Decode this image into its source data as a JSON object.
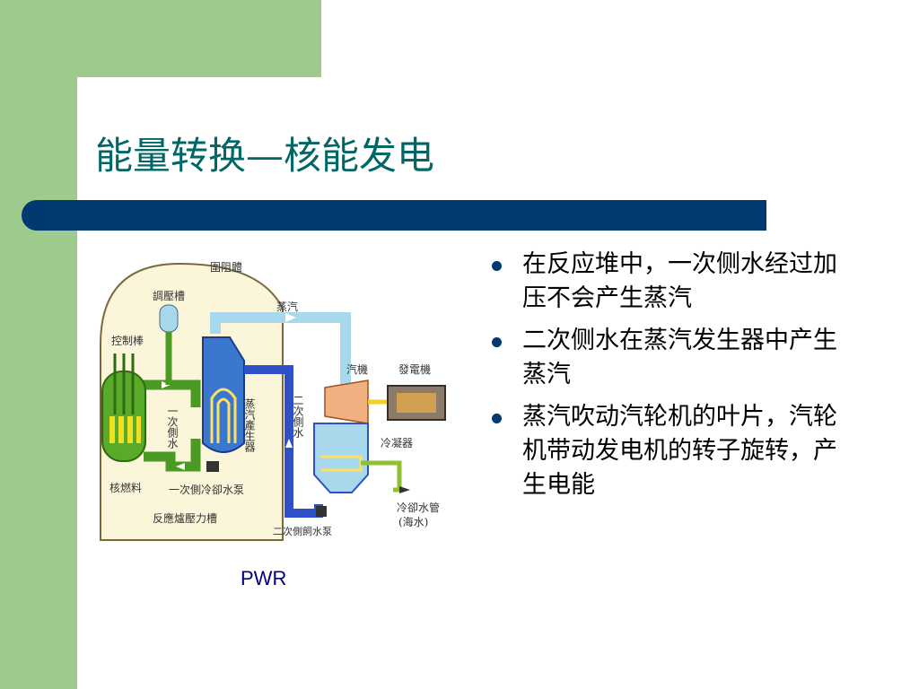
{
  "slide": {
    "title": "能量转换—核能发电",
    "bullets": [
      "在反应堆中，一次侧水经过加压不会产生蒸汽",
      "二次侧水在蒸汽发生器中产生蒸汽",
      "蒸汽吹动汽轮机的叶片，汽轮机带动发电机的转子旋转，产生电能"
    ],
    "caption": "PWR"
  },
  "diagram": {
    "labels": {
      "containment": "圍阻體",
      "pressurizer": "調壓槽",
      "control_rods": "控制棒",
      "steam": "蒸汽",
      "turbine": "汽機",
      "generator": "發電機",
      "steam_generator": "蒸汽產生器",
      "primary_water": "一次側水",
      "secondary_water": "二次側水",
      "condenser": "冷凝器",
      "fuel": "核燃料",
      "primary_pump": "一次側冷卻水泵",
      "vessel": "反應爐壓力槽",
      "secondary_pump": "二次側飼水泵",
      "cooling_pipe": "冷卻水管",
      "seawater": "(海水)"
    }
  },
  "colors": {
    "title": "#006666",
    "accent_bar": "#003a70",
    "side_band": "#9dcb8e",
    "containment_fill": "#fbf6da",
    "primary_loop": "#4c9a24",
    "secondary_loop": "#3050c8",
    "steam_loop": "#a8d8ec"
  }
}
